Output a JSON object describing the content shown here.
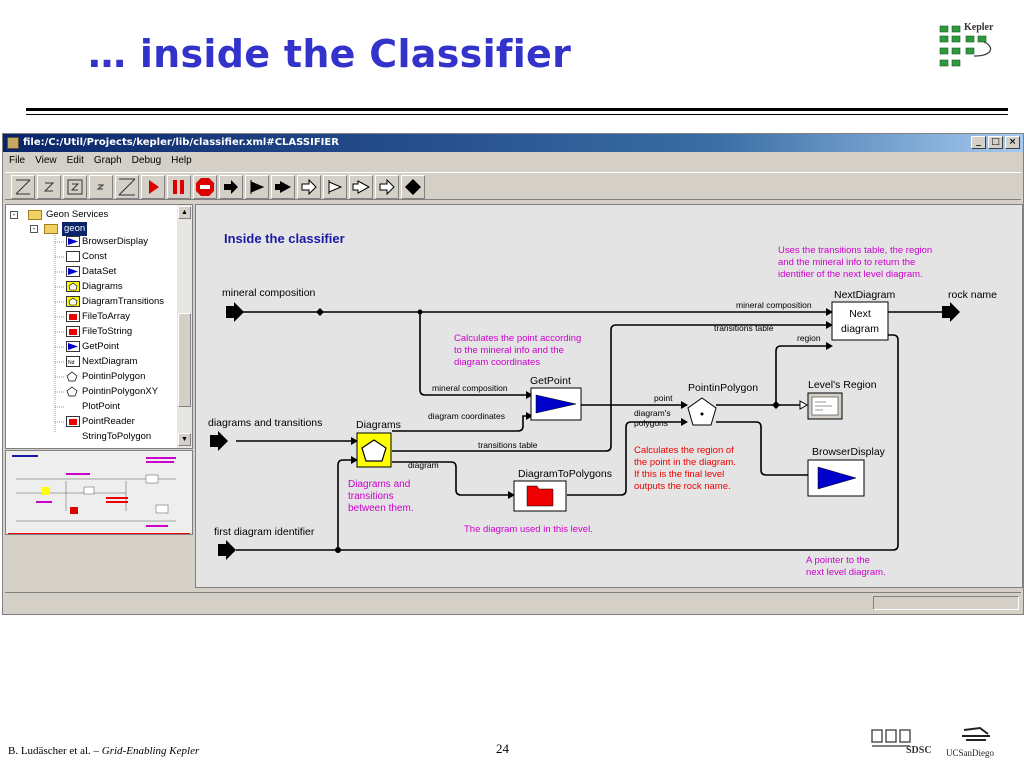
{
  "slide": {
    "title": "… inside the Classifier",
    "page_number": "24",
    "footer_author": "B. Ludäscher et al. –",
    "footer_talk": "Grid-Enabling Kepler",
    "kepler_logo_text": "Kepler",
    "sdsc_logo_text": "SDSC",
    "ucsd_logo_text": "UCSanDiego"
  },
  "window": {
    "title": "file:/C:/Util/Projects/kepler/lib/classifier.xml#CLASSIFIER",
    "minimize": "_",
    "maximize": "□",
    "close": "×"
  },
  "menu": [
    "File",
    "View",
    "Edit",
    "Graph",
    "Debug",
    "Help"
  ],
  "toolbar_icons": [
    "zoom-reset-icon",
    "zoom-in-icon",
    "zoom-fit-icon",
    "zoom-out-icon",
    "zoom-full-icon",
    "run-icon",
    "pause-icon",
    "stop-icon",
    "add-port-icon",
    "add-input-port-icon",
    "add-output-port-icon",
    "add-inout-port-icon",
    "add-input-multiport-icon",
    "add-output-multiport-icon",
    "add-inout-multiport-icon",
    "add-relation-icon"
  ],
  "tree": {
    "root": "Geon Services",
    "folder": "geon",
    "items": [
      "BrowserDisplay",
      "Const",
      "DataSet",
      "Diagrams",
      "DiagramTransitions",
      "FileToArray",
      "FileToString",
      "GetPoint",
      "NextDiagram",
      "PointinPolygon",
      "PointinPolygonXY",
      "PlotPoint",
      "PointReader",
      "StringToPolygon"
    ]
  },
  "canvas": {
    "heading": "Inside the classifier",
    "ports": {
      "mineral_composition": "mineral composition",
      "diagrams_and_transitions": "diagrams and transitions",
      "first_diagram_identifier": "first diagram identifier",
      "rock_name": "rock name"
    },
    "actors": {
      "diagrams": "Diagrams",
      "get_point": "GetPoint",
      "diagram_to_polygons": "DiagramToPolygons",
      "point_in_polygon": "PointinPolygon",
      "next_diagram": "NextDiagram",
      "next_diagram_body_1": "Next",
      "next_diagram_body_2": "diagram",
      "levels_region": "Level's Region",
      "browser_display": "BrowserDisplay"
    },
    "port_labels": {
      "mineral_composition_in": "mineral composition",
      "diagram_coordinates": "diagram coordinates",
      "transitions_table_1": "transitions table",
      "diagram": "diagram",
      "point": "point",
      "diagrams_polygons_1": "diagram's",
      "diagrams_polygons_2": "polygons",
      "next_mineral_composition": "mineral composition",
      "next_transitions_table": "transitions table",
      "region": "region"
    },
    "annotations": {
      "next_level_note": [
        "Uses the transitions table, the region",
        "and the mineral info to return the",
        "identifier of the next level diagram."
      ],
      "get_point_note": [
        "Calculates the point according",
        "to the mineral info and the",
        "diagram coordinates"
      ],
      "diagrams_note": [
        "Diagrams and",
        "transitions",
        "between them."
      ],
      "region_note": [
        "Calculates the region of",
        "the point in the diagram.",
        "If this is the final level",
        "outputs the rock name."
      ],
      "diagram_used_note": "The diagram used in this level.",
      "pointer_note": [
        "A pointer to the",
        "next level diagram."
      ]
    }
  },
  "colors": {
    "title_blue": "#3333cc",
    "magenta_note": "#cc00cc",
    "red_note": "#ee0000",
    "heading_blue": "#1a1aa6",
    "actor_yellow": "#ffff00",
    "arrow_blue": "#0000cc"
  }
}
